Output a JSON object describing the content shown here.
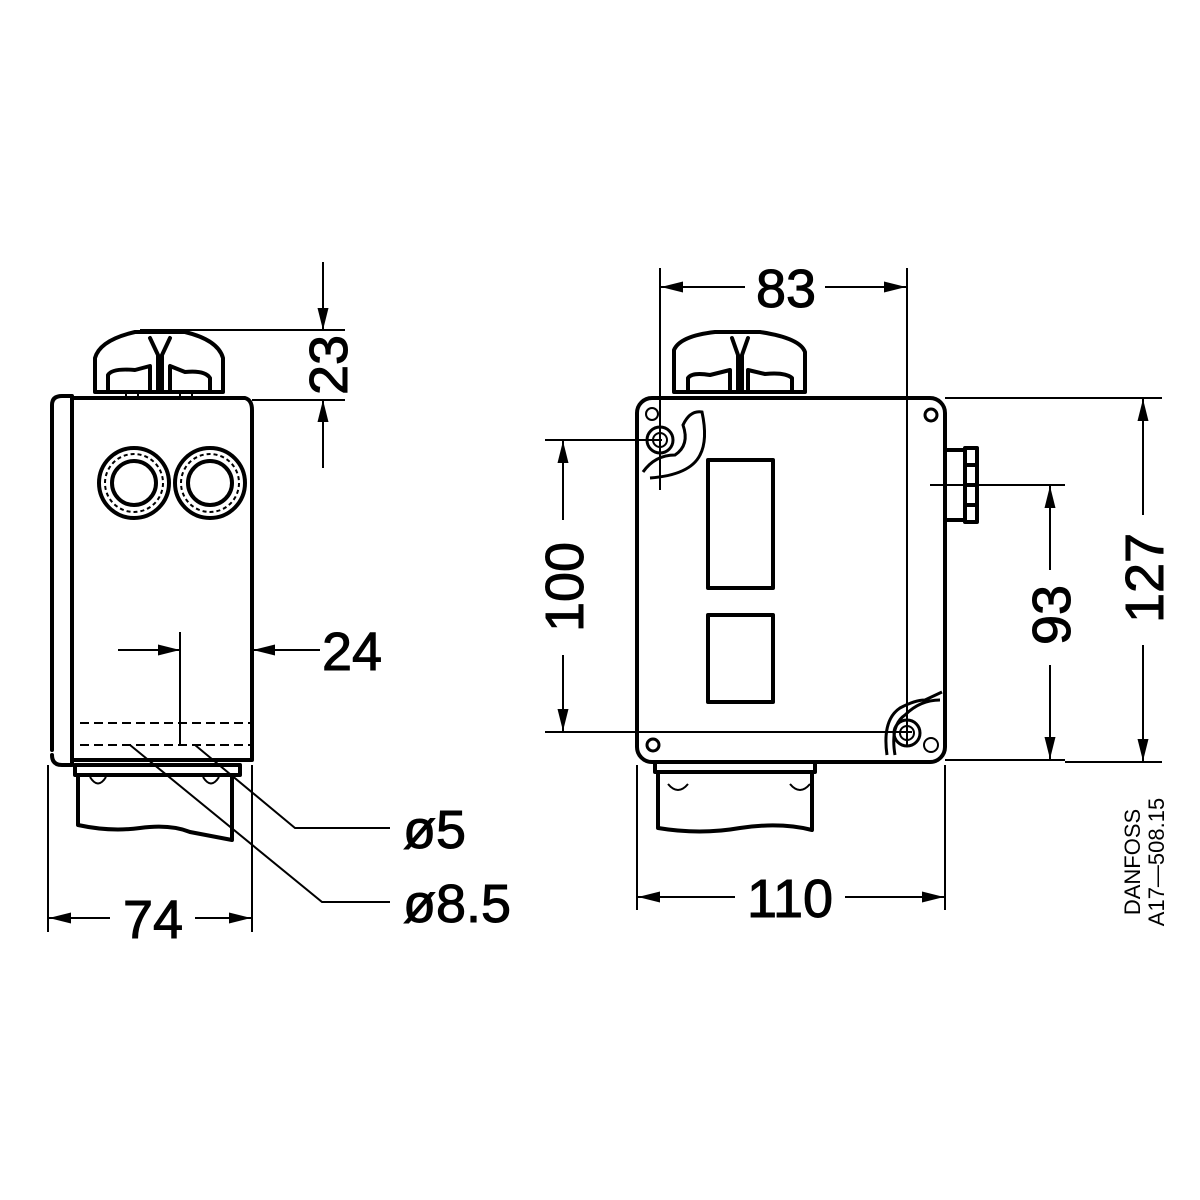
{
  "drawing": {
    "side_view": {
      "dimensions": {
        "knob_height": "23",
        "hole_offset": "24",
        "width": "74"
      },
      "holes": {
        "small": "ø5",
        "large": "ø8.5"
      }
    },
    "front_view": {
      "dimensions": {
        "hole_spacing_horizontal": "83",
        "hole_spacing_vertical": "100",
        "gland_height": "93",
        "height": "127",
        "width": "110"
      }
    },
    "reference": {
      "brand": "DANFOSS",
      "code": "A17—508.15"
    },
    "colors": {
      "line": "#000000",
      "background": "#ffffff"
    }
  }
}
